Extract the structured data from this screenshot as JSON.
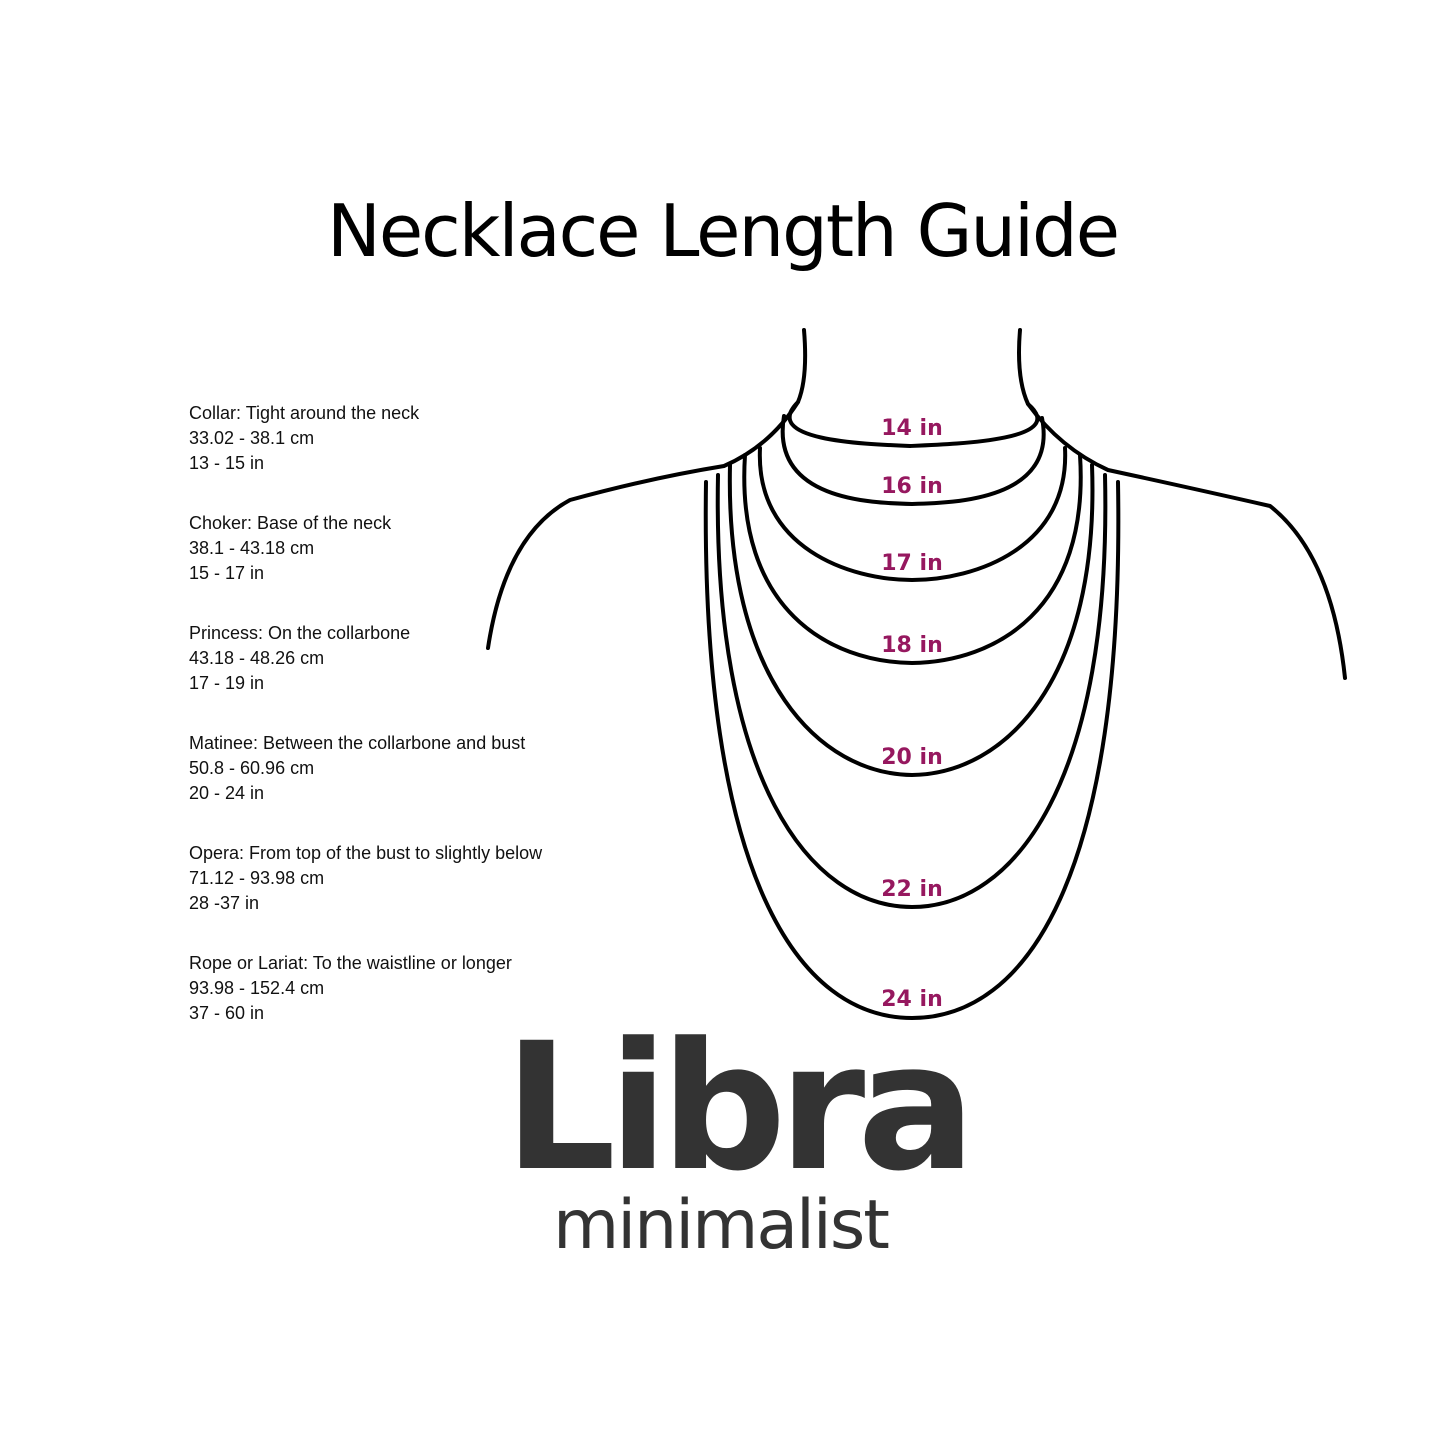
{
  "title": "Necklace Length Guide",
  "necklace_types": [
    {
      "description": "Collar: Tight around the neck",
      "cm": "33.02 - 38.1 cm",
      "inches": "13 - 15 in"
    },
    {
      "description": "Choker: Base of the neck",
      "cm": "38.1 - 43.18 cm",
      "inches": "15 - 17 in"
    },
    {
      "description": "Princess: On the collarbone",
      "cm": "43.18 - 48.26 cm",
      "inches": "17 - 19 in"
    },
    {
      "description": "Matinee: Between the collarbone and bust",
      "cm": "50.8 - 60.96 cm",
      "inches": "20 - 24 in"
    },
    {
      "description": "Opera: From top of the bust to slightly below",
      "cm": "71.12 - 93.98 cm",
      "inches": "28 -37 in"
    },
    {
      "description": "Rope or Lariat: To the waistline or longer",
      "cm": "93.98 - 152.4 cm",
      "inches": "37 - 60 in"
    }
  ],
  "length_labels": [
    "14 in",
    "16 in",
    "17 in",
    "18 in",
    "20 in",
    "22 in",
    "24 in"
  ],
  "brand": {
    "name": "Libra",
    "tagline": "minimalist"
  },
  "colors": {
    "label": "#96185f",
    "outline": "#000000",
    "brand": "#333333"
  }
}
